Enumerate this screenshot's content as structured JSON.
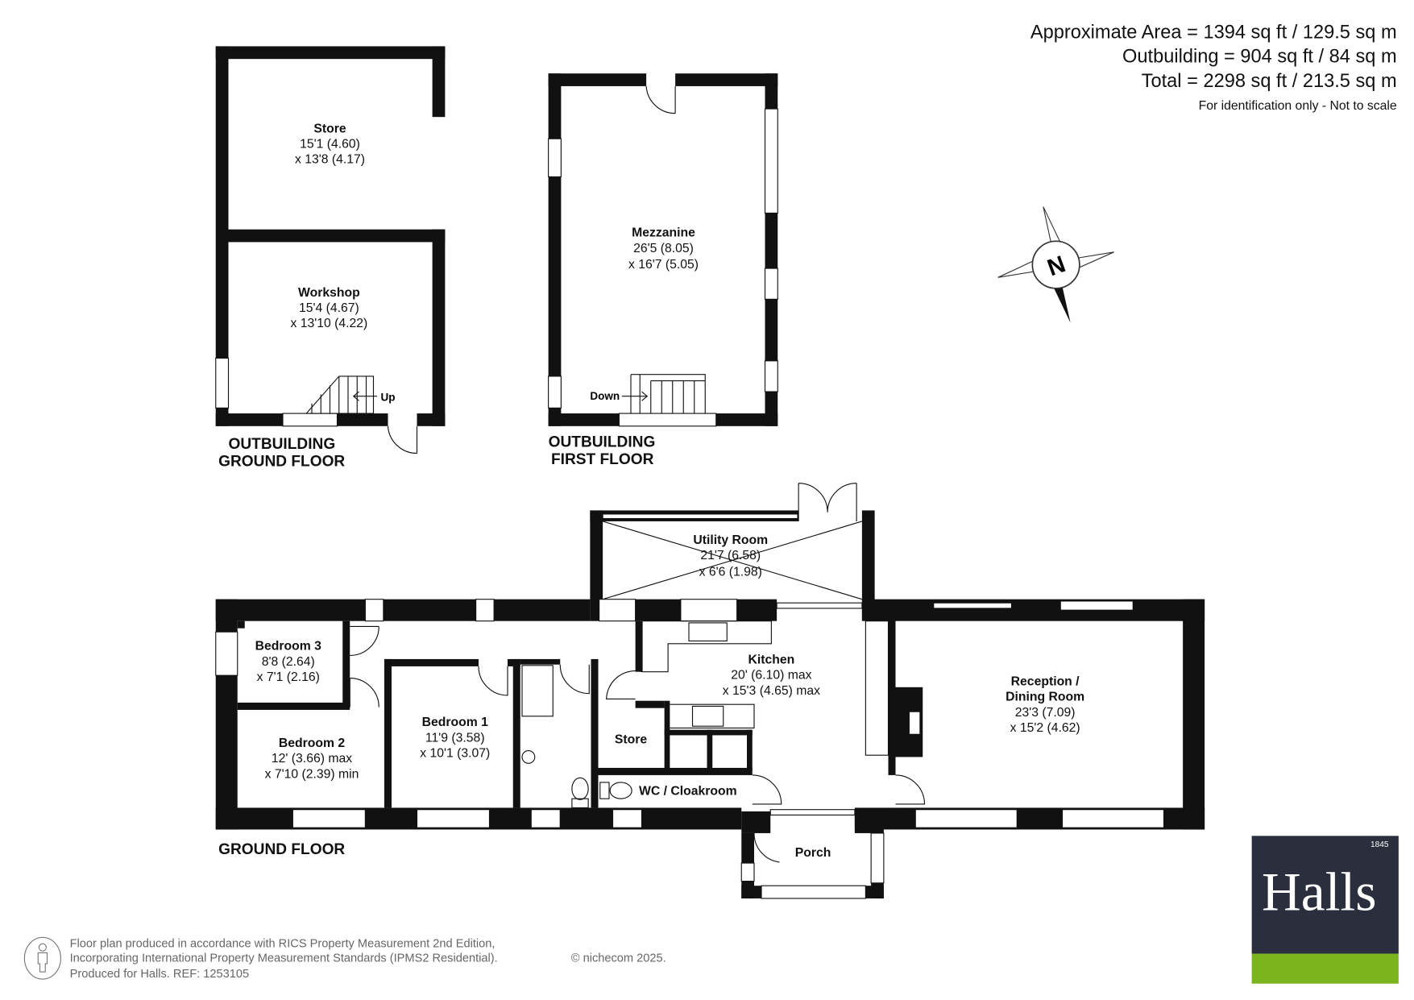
{
  "areas": {
    "approximate": "Approximate Area = 1394 sq ft / 129.5 sq m",
    "outbuilding": "Outbuilding = 904 sq ft / 84 sq m",
    "total": "Total = 2298 sq ft / 213.5 sq m",
    "disclaimer": "For identification only - Not to scale"
  },
  "floors": {
    "outbuilding_ground": [
      "OUTBUILDING",
      "GROUND FLOOR"
    ],
    "outbuilding_first": [
      "OUTBUILDING",
      "FIRST FLOOR"
    ],
    "ground": "GROUND FLOOR"
  },
  "rooms": {
    "store_out": {
      "name": "Store",
      "dim1": "15'1 (4.60)",
      "dim2": "x 13'8 (4.17)"
    },
    "workshop": {
      "name": "Workshop",
      "dim1": "15'4 (4.67)",
      "dim2": "x 13'10 (4.22)"
    },
    "mezzanine": {
      "name": "Mezzanine",
      "dim1": "26'5 (8.05)",
      "dim2": "x 16'7 (5.05)"
    },
    "utility": {
      "name": "Utility Room",
      "dim1": "21'7 (6.58)",
      "dim2": "x 6'6 (1.98)"
    },
    "bedroom3": {
      "name": "Bedroom 3",
      "dim1": "8'8 (2.64)",
      "dim2": "x 7'1 (2.16)"
    },
    "bedroom2": {
      "name": "Bedroom 2",
      "dim1": "12' (3.66) max",
      "dim2": "x 7'10 (2.39) min"
    },
    "bedroom1": {
      "name": "Bedroom 1",
      "dim1": "11'9 (3.58)",
      "dim2": "x 10'1 (3.07)"
    },
    "kitchen": {
      "name": "Kitchen",
      "dim1": "20' (6.10) max",
      "dim2": "x 15'3 (4.65) max"
    },
    "store": {
      "name": "Store"
    },
    "wc": {
      "name": "WC / Cloakroom"
    },
    "reception": {
      "name1": "Reception /",
      "name2": "Dining Room",
      "dim1": "23'3 (7.09)",
      "dim2": "x 15'2 (4.62)"
    },
    "porch": {
      "name": "Porch"
    }
  },
  "stairs": {
    "up": "Up",
    "down": "Down"
  },
  "compass": {
    "label": "N"
  },
  "footer": {
    "line1": "Floor plan produced in accordance with RICS Property Measurement 2nd Edition,",
    "line2": "Incorporating International Property Measurement Standards (IPMS2 Residential).",
    "copyright": "© nichecom 2025.",
    "line3": "Produced for Halls.   REF: 1253105"
  },
  "logo": {
    "name": "Halls",
    "year": "1845",
    "colors": {
      "navy": "#2b2f3d",
      "green": "#7ab51d"
    }
  }
}
